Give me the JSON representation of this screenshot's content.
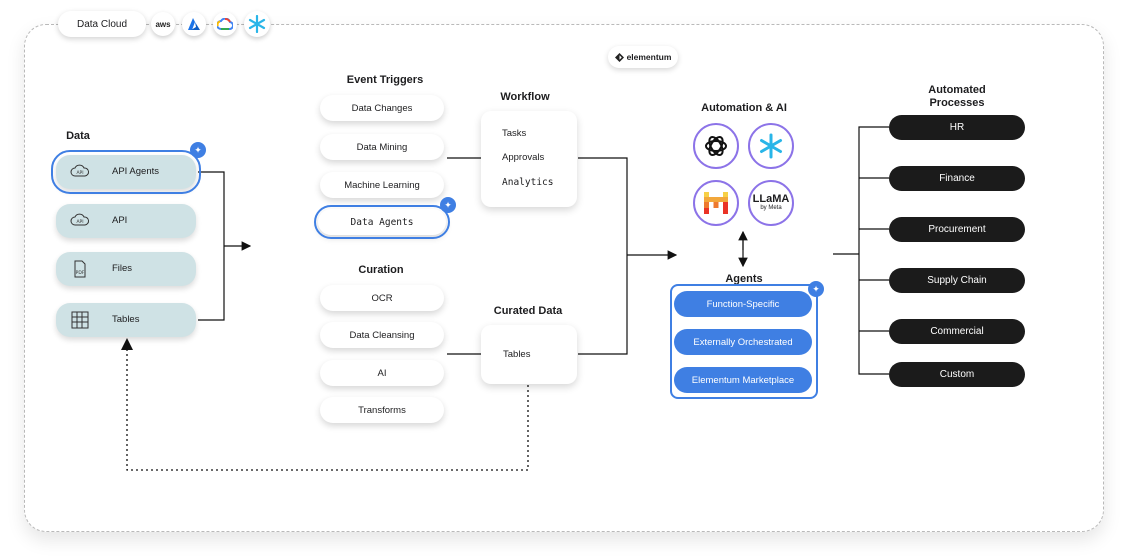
{
  "header": {
    "data_cloud_label": "Data Cloud",
    "aws_label": "aws",
    "elementum_label": "elementum"
  },
  "data_section": {
    "title": "Data",
    "items": [
      {
        "label": "API Agents",
        "icon": "api-cloud-icon",
        "selected": true
      },
      {
        "label": "API",
        "icon": "api-cloud-icon",
        "selected": false
      },
      {
        "label": "Files",
        "icon": "pdf-file-icon",
        "selected": false
      },
      {
        "label": "Tables",
        "icon": "table-grid-icon",
        "selected": false
      }
    ]
  },
  "event_triggers": {
    "title": "Event Triggers",
    "items": [
      "Data Changes",
      "Data Mining",
      "Machine Learning",
      "Data Agents"
    ]
  },
  "curation": {
    "title": "Curation",
    "items": [
      "OCR",
      "Data Cleansing",
      "AI",
      "Transforms"
    ]
  },
  "workflow": {
    "title": "Workflow",
    "items": [
      "Tasks",
      "Approvals",
      "Analytics"
    ]
  },
  "curated_data": {
    "title": "Curated Data",
    "items": [
      "Tables"
    ]
  },
  "automation_ai": {
    "title": "Automation & AI",
    "llama_label": "LLaMA",
    "meta_label": "by Meta"
  },
  "agents": {
    "title": "Agents",
    "items": [
      "Function-Specific",
      "Externally Orchestrated",
      "Elementum Marketplace"
    ]
  },
  "automated_processes": {
    "title_line1": "Automated",
    "title_line2": "Processes",
    "items": [
      "HR",
      "Finance",
      "Procurement",
      "Supply Chain",
      "Commercial",
      "Custom"
    ]
  },
  "colors": {
    "accent_blue": "#3f7fe3",
    "tile_teal": "#cfe2e5",
    "ai_ring_purple": "#8c73e8",
    "dark_pill": "#1b1b1b"
  }
}
